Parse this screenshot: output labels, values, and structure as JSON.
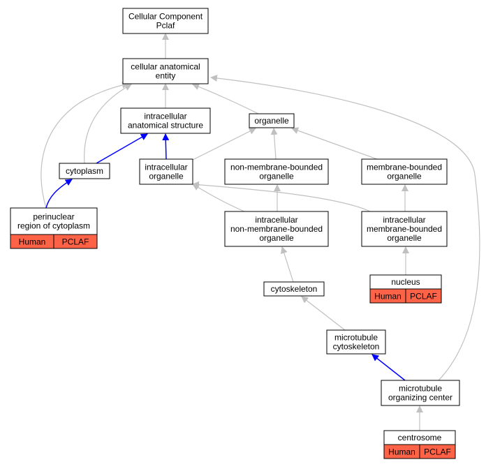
{
  "colors": {
    "edge_default": "#c0c0c0",
    "edge_highlight": "#0000ff",
    "node_border": "#000000",
    "node_fill": "#ffffff",
    "annotation_fill": "#ff6347"
  },
  "nodes": [
    {
      "id": "cc",
      "lines": [
        "Cellular Component",
        "Pclaf"
      ]
    },
    {
      "id": "cae",
      "lines": [
        "cellular anatomical",
        "entity"
      ]
    },
    {
      "id": "ias",
      "lines": [
        "intracellular",
        "anatomical structure"
      ]
    },
    {
      "id": "org",
      "lines": [
        "organelle"
      ]
    },
    {
      "id": "cyt",
      "lines": [
        "cytoplasm"
      ]
    },
    {
      "id": "io",
      "lines": [
        "intracellular",
        "organelle"
      ]
    },
    {
      "id": "nmbo",
      "lines": [
        "non-membrane-bounded",
        "organelle"
      ]
    },
    {
      "id": "mbo",
      "lines": [
        "membrane-bounded",
        "organelle"
      ]
    },
    {
      "id": "prc",
      "lines": [
        "perinuclear",
        "region of cytoplasm"
      ],
      "tags": [
        "Human",
        "PCLAF"
      ]
    },
    {
      "id": "inmbo",
      "lines": [
        "intracellular",
        "non-membrane-bounded",
        "organelle"
      ]
    },
    {
      "id": "imbo",
      "lines": [
        "intracellular",
        "membrane-bounded",
        "organelle"
      ]
    },
    {
      "id": "nuc",
      "lines": [
        "nucleus"
      ],
      "tags": [
        "Human",
        "PCLAF"
      ]
    },
    {
      "id": "csk",
      "lines": [
        "cytoskeleton"
      ]
    },
    {
      "id": "mtc",
      "lines": [
        "microtubule",
        "cytoskeleton"
      ]
    },
    {
      "id": "moc",
      "lines": [
        "microtubule",
        "organizing center"
      ]
    },
    {
      "id": "cen",
      "lines": [
        "centrosome"
      ],
      "tags": [
        "Human",
        "PCLAF"
      ]
    }
  ],
  "edges": [
    {
      "from": "cae",
      "to": "cc",
      "style": "default"
    },
    {
      "from": "ias",
      "to": "cae",
      "style": "default"
    },
    {
      "from": "org",
      "to": "cae",
      "style": "default"
    },
    {
      "from": "cyt",
      "to": "cae",
      "style": "default"
    },
    {
      "from": "prc",
      "to": "cae",
      "style": "default"
    },
    {
      "from": "moc",
      "to": "cae",
      "style": "default"
    },
    {
      "from": "cyt",
      "to": "ias",
      "style": "highlight"
    },
    {
      "from": "io",
      "to": "ias",
      "style": "highlight"
    },
    {
      "from": "io",
      "to": "org",
      "style": "default"
    },
    {
      "from": "nmbo",
      "to": "org",
      "style": "default"
    },
    {
      "from": "mbo",
      "to": "org",
      "style": "default"
    },
    {
      "from": "prc",
      "to": "cyt",
      "style": "highlight"
    },
    {
      "from": "inmbo",
      "to": "io",
      "style": "default"
    },
    {
      "from": "imbo",
      "to": "io",
      "style": "default"
    },
    {
      "from": "inmbo",
      "to": "nmbo",
      "style": "default"
    },
    {
      "from": "imbo",
      "to": "mbo",
      "style": "default"
    },
    {
      "from": "nuc",
      "to": "imbo",
      "style": "default"
    },
    {
      "from": "csk",
      "to": "inmbo",
      "style": "default"
    },
    {
      "from": "mtc",
      "to": "csk",
      "style": "default"
    },
    {
      "from": "moc",
      "to": "mtc",
      "style": "highlight"
    },
    {
      "from": "cen",
      "to": "moc",
      "style": "default"
    }
  ]
}
